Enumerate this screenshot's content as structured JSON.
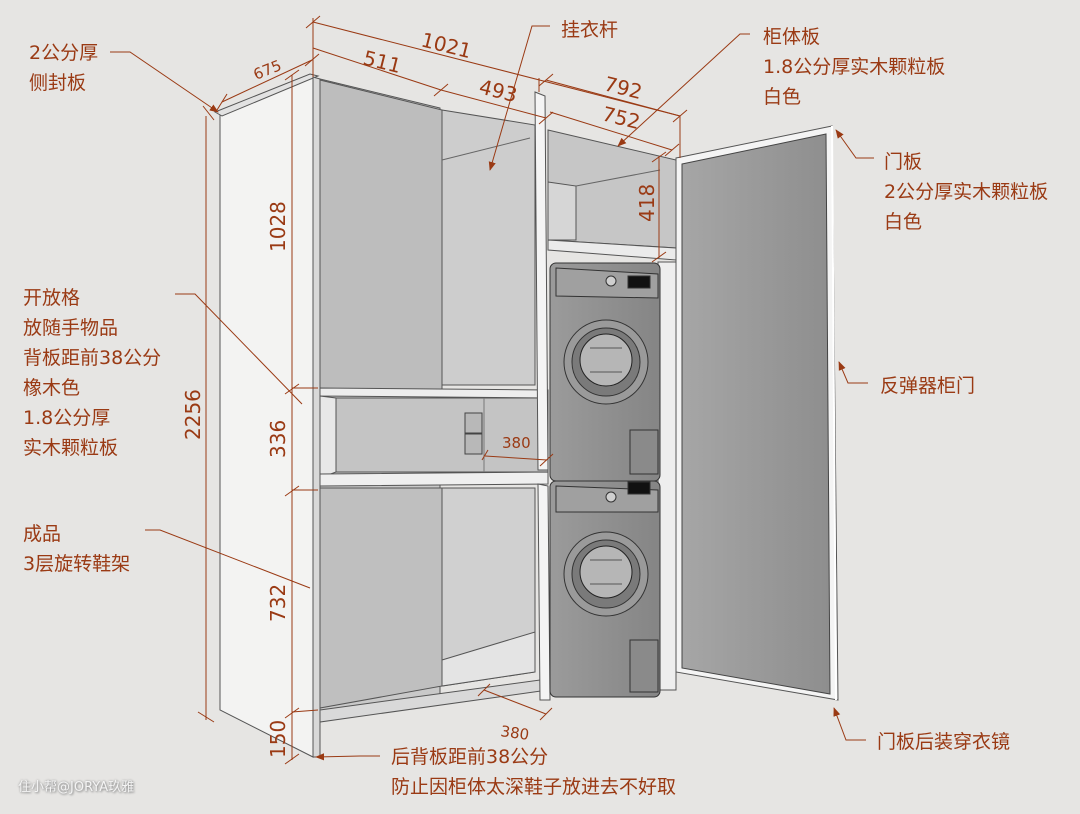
{
  "diagram": {
    "type": "cabinet-dimension-drawing",
    "colors": {
      "background": "#e6e5e3",
      "annotation": "#9a3a14",
      "panel_white": "#f2f2f1",
      "interior_gray": "#c4c4c4",
      "door_gray": "#9a9a9a",
      "machine_gray": "#8f8f8f"
    },
    "dimensions": {
      "depth": "675",
      "total_width": "1021",
      "left_section_width": "511",
      "middle_section_width": "493",
      "right_outer_width": "792",
      "right_inner_width": "752",
      "total_height": "2256",
      "upper_height": "1028",
      "open_shelf_height": "336",
      "open_shelf_depth": "380",
      "lower_height": "732",
      "plinth_height": "150",
      "shoe_back_depth": "380",
      "top_compartment_height": "418"
    },
    "annotations": {
      "side_panel": [
        "2公分厚",
        "侧封板"
      ],
      "hanging_rod": [
        "挂衣杆"
      ],
      "carcass": [
        "柜体板",
        "1.8公分厚实木颗粒板",
        "白色"
      ],
      "door_panel": [
        "门板",
        "2公分厚实木颗粒板",
        "白色"
      ],
      "open_shelf": [
        "开放格",
        "放随手物品",
        "背板距前38公分",
        "橡木色",
        "1.8公分厚",
        "实木颗粒板"
      ],
      "push_door": [
        "反弹器柜门"
      ],
      "shoe_rack": [
        "成品",
        "3层旋转鞋架"
      ],
      "mirror": [
        "门板后装穿衣镜"
      ],
      "back_panel": [
        "后背板距前38公分",
        "防止因柜体太深鞋子放进去不好取"
      ]
    },
    "watermark": "住小帮@JORYA玖雅"
  }
}
